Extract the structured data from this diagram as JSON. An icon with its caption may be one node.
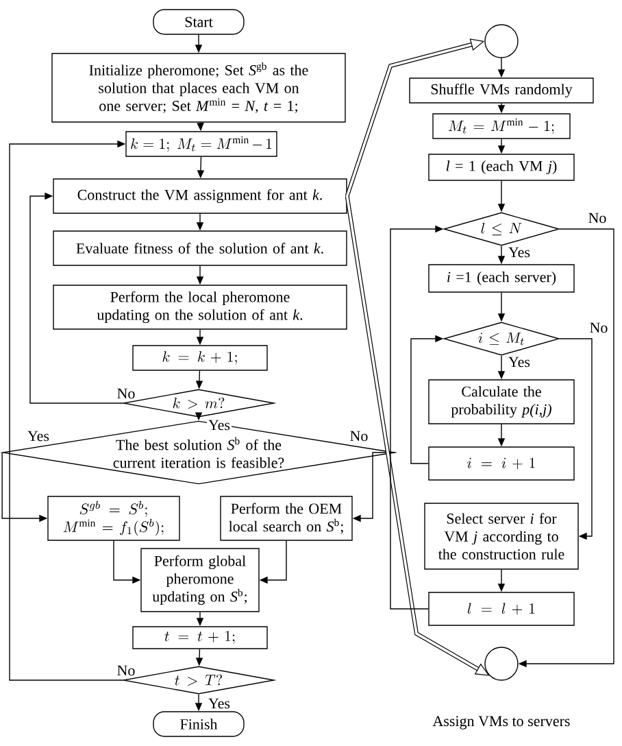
{
  "diagram": {
    "nodes": [
      {
        "text": [
          "Start"
        ]
      },
      {
        "text": [
          "Initialize pheromone; Set *S*$^{gb}$ as the solution that places each VM on one server; Set *M*$^{min}$ = *N*, *t* = 1;"
        ]
      },
      {
        "text": [
          "k = 1;\\; M_t = M^{\\mathrm{min}} - 1"
        ]
      },
      {
        "text": [
          "Construct the VM assignment for ant *k*."
        ]
      },
      {
        "text": [
          "Evaluate fitness of the solution of ant *k*."
        ]
      },
      {
        "text": [
          "Perform the local pheromone updating on the solution of ant *k*."
        ]
      },
      {
        "text": [
          "k = k + 1;"
        ]
      },
      {
        "text": [
          "k > m?"
        ]
      },
      {
        "text": [
          "The best solution *S*$^{b}$ of the current iteration is feasible?"
        ]
      },
      {
        "text": [
          "S^{gb} = S^{b};",
          "M^{\\mathrm{min}} = f_{1}(S^{b});"
        ]
      },
      {
        "text": [
          "Perform the OEM local search on *S*$^{b}$;"
        ]
      },
      {
        "text": [
          "Perform global pheromone updating on *S*$^{b}$;"
        ]
      },
      {
        "text": [
          "t = t + 1;"
        ]
      },
      {
        "text": [
          "t > T?"
        ]
      },
      {
        "text": [
          "Finish"
        ]
      },
      {
        "text": [],
        "shape": "circle"
      },
      {
        "text": [
          "Shuffle VMs randomly"
        ]
      },
      {
        "text": [
          "M_t = M^{\\mathrm{min}} - 1;"
        ]
      },
      {
        "text": [
          "*l* = 1 (each VM *j*)"
        ]
      },
      {
        "text": [
          "l \\le N"
        ]
      },
      {
        "text": [
          "*i* =1 (each server)"
        ]
      },
      {
        "text": [
          "i \\le M_t"
        ]
      },
      {
        "text": [
          "Calculate the probability *p(i,j)*"
        ]
      },
      {
        "text": [
          "i = i + 1"
        ]
      },
      {
        "text": [
          "Select server *i* for VM *j* according to the construction rule"
        ]
      },
      {
        "text": [
          "l = l + 1"
        ]
      },
      {
        "text": [],
        "shape": "circle"
      }
    ],
    "edges": [
      {
        "from": 0,
        "to": 1,
        "arrow": "to"
      },
      {
        "from": 1,
        "to": 2,
        "arrow": "to"
      },
      {
        "from": 2,
        "to": 3,
        "arrow": "to"
      },
      {
        "from": 3,
        "to": 4,
        "arrow": "to"
      },
      {
        "from": 4,
        "to": 5,
        "arrow": "to"
      },
      {
        "from": 5,
        "to": 6,
        "arrow": "to"
      },
      {
        "from": 6,
        "to": 7,
        "arrow": "to"
      },
      {
        "from": 7,
        "to": 3,
        "arrow": "to",
        "label": "No"
      },
      {
        "from": 7,
        "to": 8,
        "arrow": "to",
        "label": "Yes"
      },
      {
        "from": 8,
        "to": 9,
        "arrow": "to",
        "label": "Yes"
      },
      {
        "from": 8,
        "to": 10,
        "arrow": "to",
        "label": "No"
      },
      {
        "from": 9,
        "to": 11,
        "arrow": "to"
      },
      {
        "from": 10,
        "to": 11,
        "arrow": "to"
      },
      {
        "from": 11,
        "to": 12,
        "arrow": "to"
      },
      {
        "from": 12,
        "to": 13,
        "arrow": "to"
      },
      {
        "from": 13,
        "to": 2,
        "arrow": "to",
        "label": "No"
      },
      {
        "from": 13,
        "to": 14,
        "arrow": "to",
        "label": "Yes"
      },
      {
        "from": 3,
        "to": 15,
        "arrow": "to",
        "style": "thick"
      },
      {
        "from": 3,
        "to": 26,
        "arrow": "to",
        "style": "thick"
      },
      {
        "from": 15,
        "to": 16,
        "arrow": "to"
      },
      {
        "from": 16,
        "to": 17,
        "arrow": "to"
      },
      {
        "from": 17,
        "to": 18,
        "arrow": "to"
      },
      {
        "from": 18,
        "to": 19,
        "arrow": "to"
      },
      {
        "from": 19,
        "to": 20,
        "arrow": "to",
        "label": "Yes"
      },
      {
        "from": 20,
        "to": 21,
        "arrow": "to"
      },
      {
        "from": 21,
        "to": 22,
        "arrow": "to",
        "label": "Yes"
      },
      {
        "from": 22,
        "to": 23,
        "arrow": "to"
      },
      {
        "from": 23,
        "to": 21,
        "arrow": "to"
      },
      {
        "from": 21,
        "to": 24,
        "arrow": "to",
        "label": "No"
      },
      {
        "from": 24,
        "to": 25,
        "arrow": "to"
      },
      {
        "from": 25,
        "to": 19,
        "arrow": "to"
      },
      {
        "from": 19,
        "to": 26,
        "arrow": "to",
        "label": "No"
      }
    ],
    "labels": [
      "Assign VMs to servers"
    ]
  }
}
